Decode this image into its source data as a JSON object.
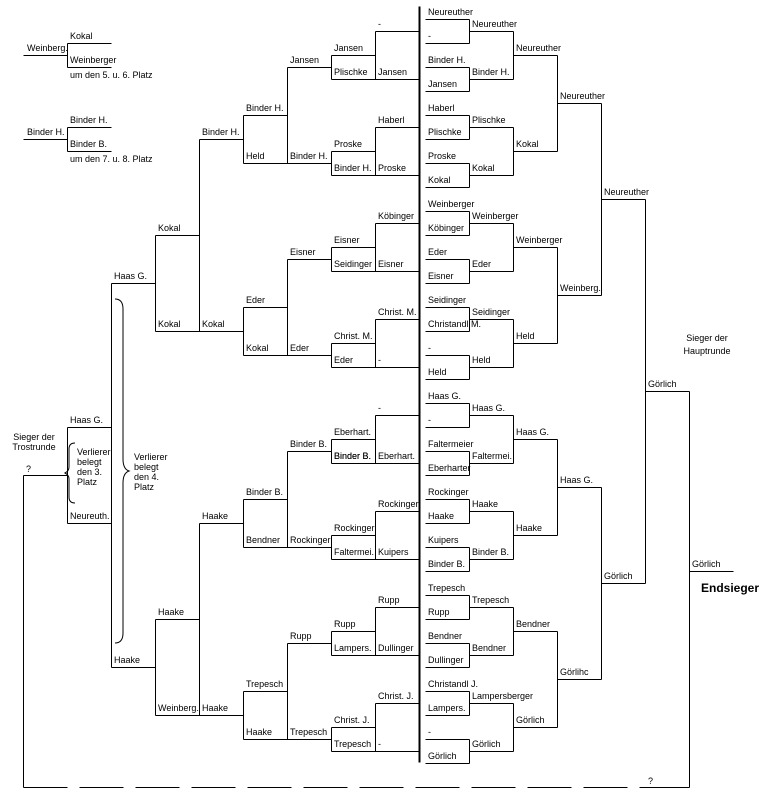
{
  "labels": [
    {
      "id": "c0r0",
      "text": "Haas G."
    },
    {
      "id": "c0r1",
      "text": "Neureuth."
    },
    {
      "id": "c0r2",
      "text": "Haake"
    },
    {
      "id": "c1r0",
      "text": "Haas G."
    },
    {
      "id": "c1r1",
      "text": "Haake"
    },
    {
      "id": "c2r0",
      "text": "Kokal"
    },
    {
      "id": "c2r1",
      "text": "Kokal"
    },
    {
      "id": "c2r2",
      "text": "Haake"
    },
    {
      "id": "c2r3",
      "text": "Weinberg."
    },
    {
      "id": "c3r0",
      "text": "Binder H."
    },
    {
      "id": "c3r1",
      "text": "Kokal"
    },
    {
      "id": "c3r2",
      "text": "Binder B."
    },
    {
      "id": "c3r3",
      "text": "Haake"
    },
    {
      "id": "c4r0",
      "text": "Binder H."
    },
    {
      "id": "c4r1",
      "text": "Held"
    },
    {
      "id": "c4r2",
      "text": "Eder"
    },
    {
      "id": "c4r3",
      "text": "Kokal"
    },
    {
      "id": "c4r4",
      "text": "Binder B."
    },
    {
      "id": "c4r5",
      "text": "Bendner"
    },
    {
      "id": "c4r6",
      "text": "Trepesch"
    },
    {
      "id": "c4r7",
      "text": "Haake"
    },
    {
      "id": "c5r0",
      "text": "Jansen"
    },
    {
      "id": "c5r1",
      "text": "Binder H."
    },
    {
      "id": "c5r2",
      "text": "Eisner"
    },
    {
      "id": "c5r3",
      "text": "Eder"
    },
    {
      "id": "c5r4",
      "text": "Binder B."
    },
    {
      "id": "c5r5",
      "text": "Rockinger"
    },
    {
      "id": "c5r6",
      "text": "Rupp"
    },
    {
      "id": "c5r7",
      "text": "Trepesch"
    },
    {
      "id": "c6r0",
      "text": "Jansen"
    },
    {
      "id": "c6r1",
      "text": "Plischke"
    },
    {
      "id": "c6r2",
      "text": "Proske"
    },
    {
      "id": "c6r3",
      "text": "Binder H."
    },
    {
      "id": "c6r4",
      "text": "Eisner"
    },
    {
      "id": "c6r5",
      "text": "Seidinger"
    },
    {
      "id": "c6r6",
      "text": "Christ. M."
    },
    {
      "id": "c6r7",
      "text": "Eder"
    },
    {
      "id": "c6r8",
      "text": "Eberhart."
    },
    {
      "id": "c6r9",
      "text": "Binder B."
    },
    {
      "id": "c6r10",
      "text": "Rockinger"
    },
    {
      "id": "c6r11",
      "text": "Faltermei."
    },
    {
      "id": "c6r12",
      "text": "Rupp"
    },
    {
      "id": "c6r13",
      "text": "Lampers."
    },
    {
      "id": "c6r14",
      "text": "Christ. J."
    },
    {
      "id": "c6r15",
      "text": "Trepesch"
    },
    {
      "id": "c7r0",
      "text": "-"
    },
    {
      "id": "c7r1",
      "text": "Jansen"
    },
    {
      "id": "c7r2",
      "text": "Haberl"
    },
    {
      "id": "c7r3",
      "text": "Proske"
    },
    {
      "id": "c7r4",
      "text": "Köbinger"
    },
    {
      "id": "c7r5",
      "text": "Eisner"
    },
    {
      "id": "c7r6",
      "text": "Christ. M."
    },
    {
      "id": "c7r7",
      "text": "-"
    },
    {
      "id": "c7r8",
      "text": "-"
    },
    {
      "id": "c7r9",
      "text": "Eberhart."
    },
    {
      "id": "c7r10",
      "text": "Rockinger"
    },
    {
      "id": "c7r11",
      "text": "Kuipers"
    },
    {
      "id": "c7r12",
      "text": "Rupp"
    },
    {
      "id": "c7r13",
      "text": "Dullinger"
    },
    {
      "id": "c7r14",
      "text": "Christ. J."
    },
    {
      "id": "c7r15",
      "text": "-"
    },
    {
      "id": "r0a",
      "text": "Neureuther"
    },
    {
      "id": "r0b",
      "text": "-"
    },
    {
      "id": "r0c",
      "text": "Binder H."
    },
    {
      "id": "r0d",
      "text": "Jansen"
    },
    {
      "id": "r0e",
      "text": "Haberl"
    },
    {
      "id": "r0f",
      "text": "Plischke"
    },
    {
      "id": "r0g",
      "text": "Proske"
    },
    {
      "id": "r0h",
      "text": "Kokal"
    },
    {
      "id": "r0i",
      "text": "Weinberger"
    },
    {
      "id": "r0j",
      "text": "Köbinger"
    },
    {
      "id": "r0k",
      "text": "Eder"
    },
    {
      "id": "r0l",
      "text": "Eisner"
    },
    {
      "id": "r0m",
      "text": "Seidinger"
    },
    {
      "id": "r0n",
      "text": "Christandl M."
    },
    {
      "id": "r0o",
      "text": "-"
    },
    {
      "id": "r0p",
      "text": "Held"
    },
    {
      "id": "r0q",
      "text": "Haas G."
    },
    {
      "id": "r0r",
      "text": "-"
    },
    {
      "id": "r0s",
      "text": "Faltermeier"
    },
    {
      "id": "r0t",
      "text": "Eberharter"
    },
    {
      "id": "r0u",
      "text": "Rockinger"
    },
    {
      "id": "r0v",
      "text": "Haake"
    },
    {
      "id": "r0w",
      "text": "Kuipers"
    },
    {
      "id": "r0x",
      "text": "Binder B."
    },
    {
      "id": "r0y",
      "text": "Trepesch"
    },
    {
      "id": "r0z",
      "text": "Rupp"
    },
    {
      "id": "r0aa",
      "text": "Bendner"
    },
    {
      "id": "r0ab",
      "text": "Dullinger"
    },
    {
      "id": "r0ac",
      "text": "Christandl J."
    },
    {
      "id": "r0ad",
      "text": "Lampers."
    },
    {
      "id": "r0ae",
      "text": "-"
    },
    {
      "id": "r0af",
      "text": "Görlich"
    },
    {
      "id": "r1a",
      "text": "Neureuther"
    },
    {
      "id": "r1b",
      "text": "Binder H."
    },
    {
      "id": "r1c",
      "text": "Plischke"
    },
    {
      "id": "r1d",
      "text": "Kokal"
    },
    {
      "id": "r1e",
      "text": "Weinberger"
    },
    {
      "id": "r1f",
      "text": "Eder"
    },
    {
      "id": "r1g",
      "text": "Seidinger"
    },
    {
      "id": "r1h",
      "text": "Held"
    },
    {
      "id": "r1i",
      "text": "Haas G."
    },
    {
      "id": "r1j",
      "text": "Faltermei."
    },
    {
      "id": "r1k",
      "text": "Haake"
    },
    {
      "id": "r1l",
      "text": "Binder B."
    },
    {
      "id": "r1m",
      "text": "Trepesch"
    },
    {
      "id": "r1n",
      "text": "Bendner"
    },
    {
      "id": "r1o",
      "text": "Lampersberger"
    },
    {
      "id": "r1p",
      "text": "Görlich"
    },
    {
      "id": "r2a",
      "text": "Neureuther"
    },
    {
      "id": "r2b",
      "text": "Kokal"
    },
    {
      "id": "r2c",
      "text": "Weinberger"
    },
    {
      "id": "r2d",
      "text": "Held"
    },
    {
      "id": "r2e",
      "text": "Haas G."
    },
    {
      "id": "r2f",
      "text": "Haake"
    },
    {
      "id": "r2g",
      "text": "Bendner"
    },
    {
      "id": "r2h",
      "text": "Görlich"
    },
    {
      "id": "r3a",
      "text": "Neureuther"
    },
    {
      "id": "r3b",
      "text": "Weinberg."
    },
    {
      "id": "r3c",
      "text": "Haas G."
    },
    {
      "id": "r3d",
      "text": "Görlihc"
    },
    {
      "id": "r4a",
      "text": "Neureuther"
    },
    {
      "id": "r4b",
      "text": "Görlich"
    },
    {
      "id": "r5a",
      "text": "Görlich"
    },
    {
      "id": "final",
      "text": "Görlich"
    },
    {
      "id": "p5a",
      "text": "Weinberg."
    },
    {
      "id": "p5b",
      "text": "Kokal"
    },
    {
      "id": "p5c",
      "text": "Weinberger"
    },
    {
      "id": "p5d",
      "text": "um den 5. u. 6. Platz"
    },
    {
      "id": "p7a",
      "text": "Binder H."
    },
    {
      "id": "p7b",
      "text": "Binder H."
    },
    {
      "id": "p7c",
      "text": "Binder B."
    },
    {
      "id": "p7d",
      "text": "um den 7. u. 8. Platz"
    },
    {
      "id": "tsieger",
      "text": "Sieger der Trostrunde"
    },
    {
      "id": "q1",
      "text": "?"
    },
    {
      "id": "q2",
      "text": "?"
    },
    {
      "id": "v3",
      "text": "Verlierer belegt den 3. Platz"
    },
    {
      "id": "v4",
      "text": "Verlierer belegt den 4. Platz"
    },
    {
      "id": "hsieger",
      "text": "Sieger der Hauptrunde"
    },
    {
      "id": "endsieger",
      "text": "Endsieger"
    }
  ]
}
